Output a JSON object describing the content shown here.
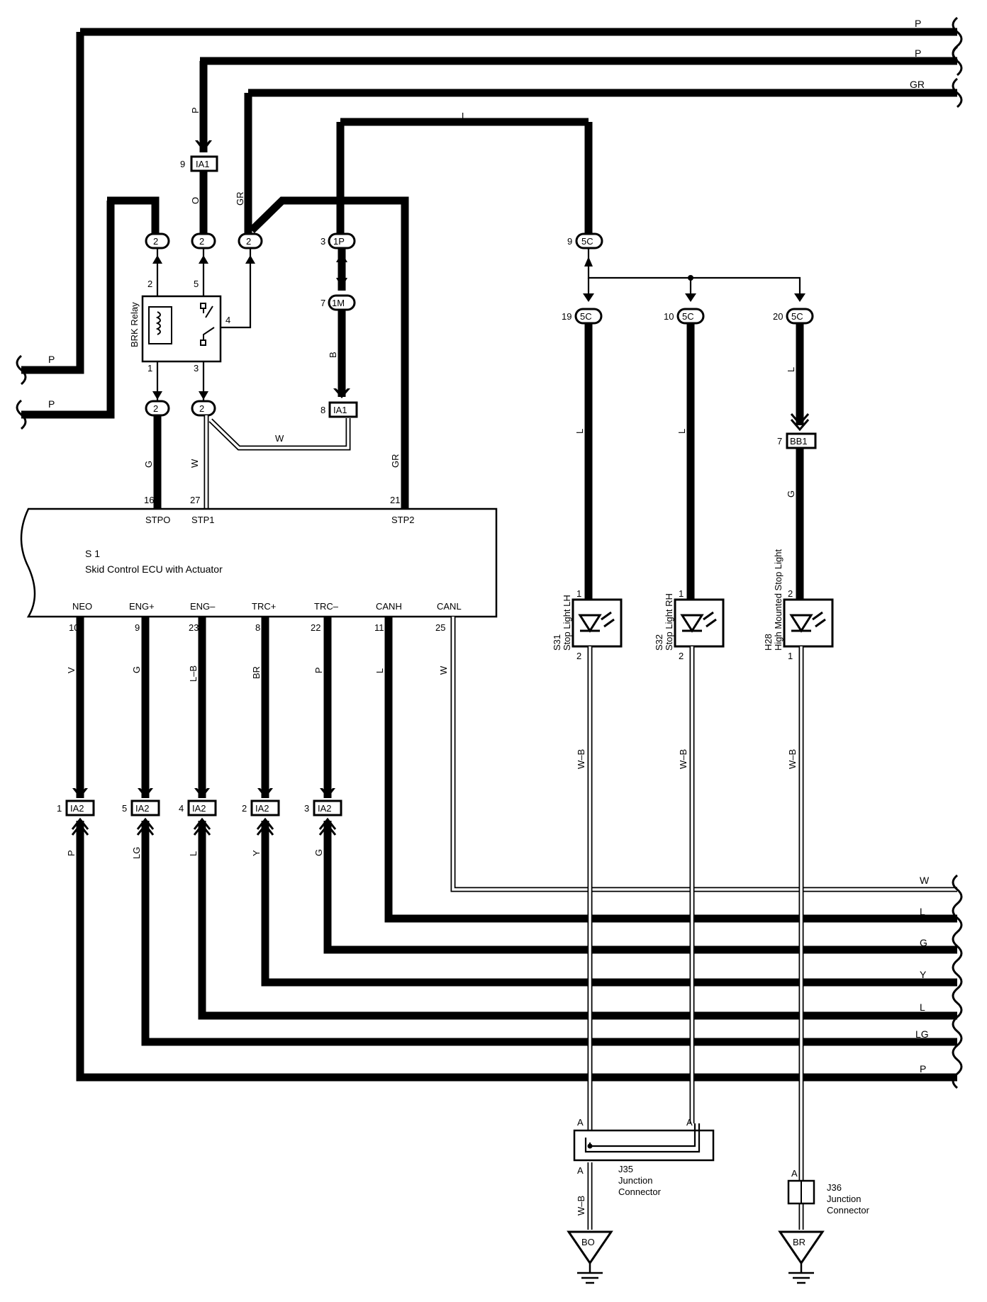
{
  "wire_colors": {
    "top": [
      "P",
      "P",
      "GR"
    ],
    "left": [
      "P",
      "P"
    ],
    "bottom_right": [
      "W",
      "L",
      "G",
      "Y",
      "L",
      "LG",
      "P"
    ],
    "relay_side": {
      "relay_in": "P",
      "relay_out": "O",
      "relay_gr": "GR",
      "relay_g": "G",
      "relay_w": "W",
      "ecu_gr": "GR",
      "l_top": "L",
      "b_wire": "B",
      "w_branch": "W"
    },
    "ecu_outputs": [
      "V",
      "G",
      "L–B",
      "BR",
      "P",
      "L",
      "W"
    ],
    "ia2_lower": [
      "P",
      "LG",
      "L",
      "Y",
      "G"
    ],
    "lights_upper": [
      "L",
      "L",
      "L"
    ],
    "bb1_lower": "G",
    "lights_lower": [
      "W–B",
      "W–B",
      "W–B"
    ],
    "ground_wire": "W–B"
  },
  "connectors": {
    "ia1_top": {
      "pin": "9",
      "label": "IA1"
    },
    "ia1_mid": {
      "pin": "8",
      "label": "IA1"
    },
    "c2": "2",
    "c1p": {
      "pin": "3",
      "label": "1P"
    },
    "c1m": {
      "pin": "7",
      "label": "1M"
    },
    "c5c_top": {
      "pin": "9",
      "label": "5C"
    },
    "c5c_lights": [
      {
        "pin": "19",
        "label": "5C"
      },
      {
        "pin": "10",
        "label": "5C"
      },
      {
        "pin": "20",
        "label": "5C"
      }
    ],
    "bb1": {
      "pin": "7",
      "label": "BB1"
    },
    "ia2": [
      {
        "pin": "1",
        "label": "IA2"
      },
      {
        "pin": "5",
        "label": "IA2"
      },
      {
        "pin": "4",
        "label": "IA2"
      },
      {
        "pin": "2",
        "label": "IA2"
      },
      {
        "pin": "3",
        "label": "IA2"
      }
    ]
  },
  "relay": {
    "name": "BRK Relay",
    "pins": [
      "2",
      "5",
      "1",
      "3",
      "4"
    ]
  },
  "ecu": {
    "id": "S 1",
    "name": "Skid Control ECU with Actuator",
    "top_pins": [
      {
        "num": "16",
        "label": "STPO"
      },
      {
        "num": "27",
        "label": "STP1"
      },
      {
        "num": "21",
        "label": "STP2"
      }
    ],
    "bottom_pins": [
      {
        "num": "10",
        "label": "NEO"
      },
      {
        "num": "9",
        "label": "ENG+"
      },
      {
        "num": "23",
        "label": "ENG–"
      },
      {
        "num": "8",
        "label": "TRC+"
      },
      {
        "num": "22",
        "label": "TRC–"
      },
      {
        "num": "11",
        "label": "CANH"
      },
      {
        "num": "25",
        "label": "CANL"
      }
    ]
  },
  "lights": [
    {
      "id": "S31",
      "name": "Stop Light LH",
      "pin_top": "1",
      "pin_bottom": "2"
    },
    {
      "id": "S32",
      "name": "Stop Light RH",
      "pin_top": "1",
      "pin_bottom": "2"
    },
    {
      "id": "H28",
      "name": "High Mounted Stop Light",
      "pin_top": "2",
      "pin_bottom": "1"
    }
  ],
  "junctions": [
    {
      "id": "J35",
      "line1": "Junction",
      "line2": "Connector",
      "pin": "A"
    },
    {
      "id": "J36",
      "line1": "Junction",
      "line2": "Connector",
      "pin": "A"
    }
  ],
  "grounds": [
    "BO",
    "BR"
  ]
}
